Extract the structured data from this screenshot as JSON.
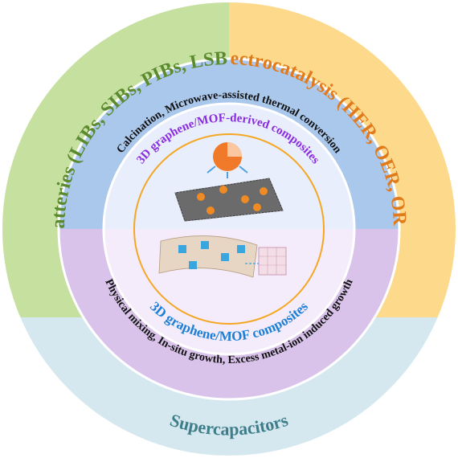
{
  "outer_ring": {
    "batteries": "Batteries (LIBs, SIBs, PIBs, LSBs)",
    "electrocatalysis": "Electrocatalysis (HER, OER, ORR)",
    "supercapacitors": "Supercapacitors"
  },
  "middle_ring": {
    "top_methods": "Calcination, Microwave-assisted thermal conversion",
    "bottom_methods": "Physical mixing, In-situ growth, Excess metal-ion induced growth"
  },
  "inner_disc": {
    "top_label": "3D graphene/MOF-derived composites",
    "bottom_label": "3D graphene/MOF composites"
  },
  "colors": {
    "batteries": "#c6e0a0",
    "electrocatalysis": "#fdd98c",
    "supercapacitors": "#d6e8ef",
    "ring_top": "#aac7ec",
    "ring_bottom": "#d9c3ea",
    "inner": "#ffffff",
    "orange_line": "#f5a623",
    "batteries_text": "#5b8a2f",
    "electro_text": "#e07a1a",
    "super_text": "#3e7e8a",
    "derived_text": "#8a2be2",
    "composite_text": "#1c7fd6"
  }
}
